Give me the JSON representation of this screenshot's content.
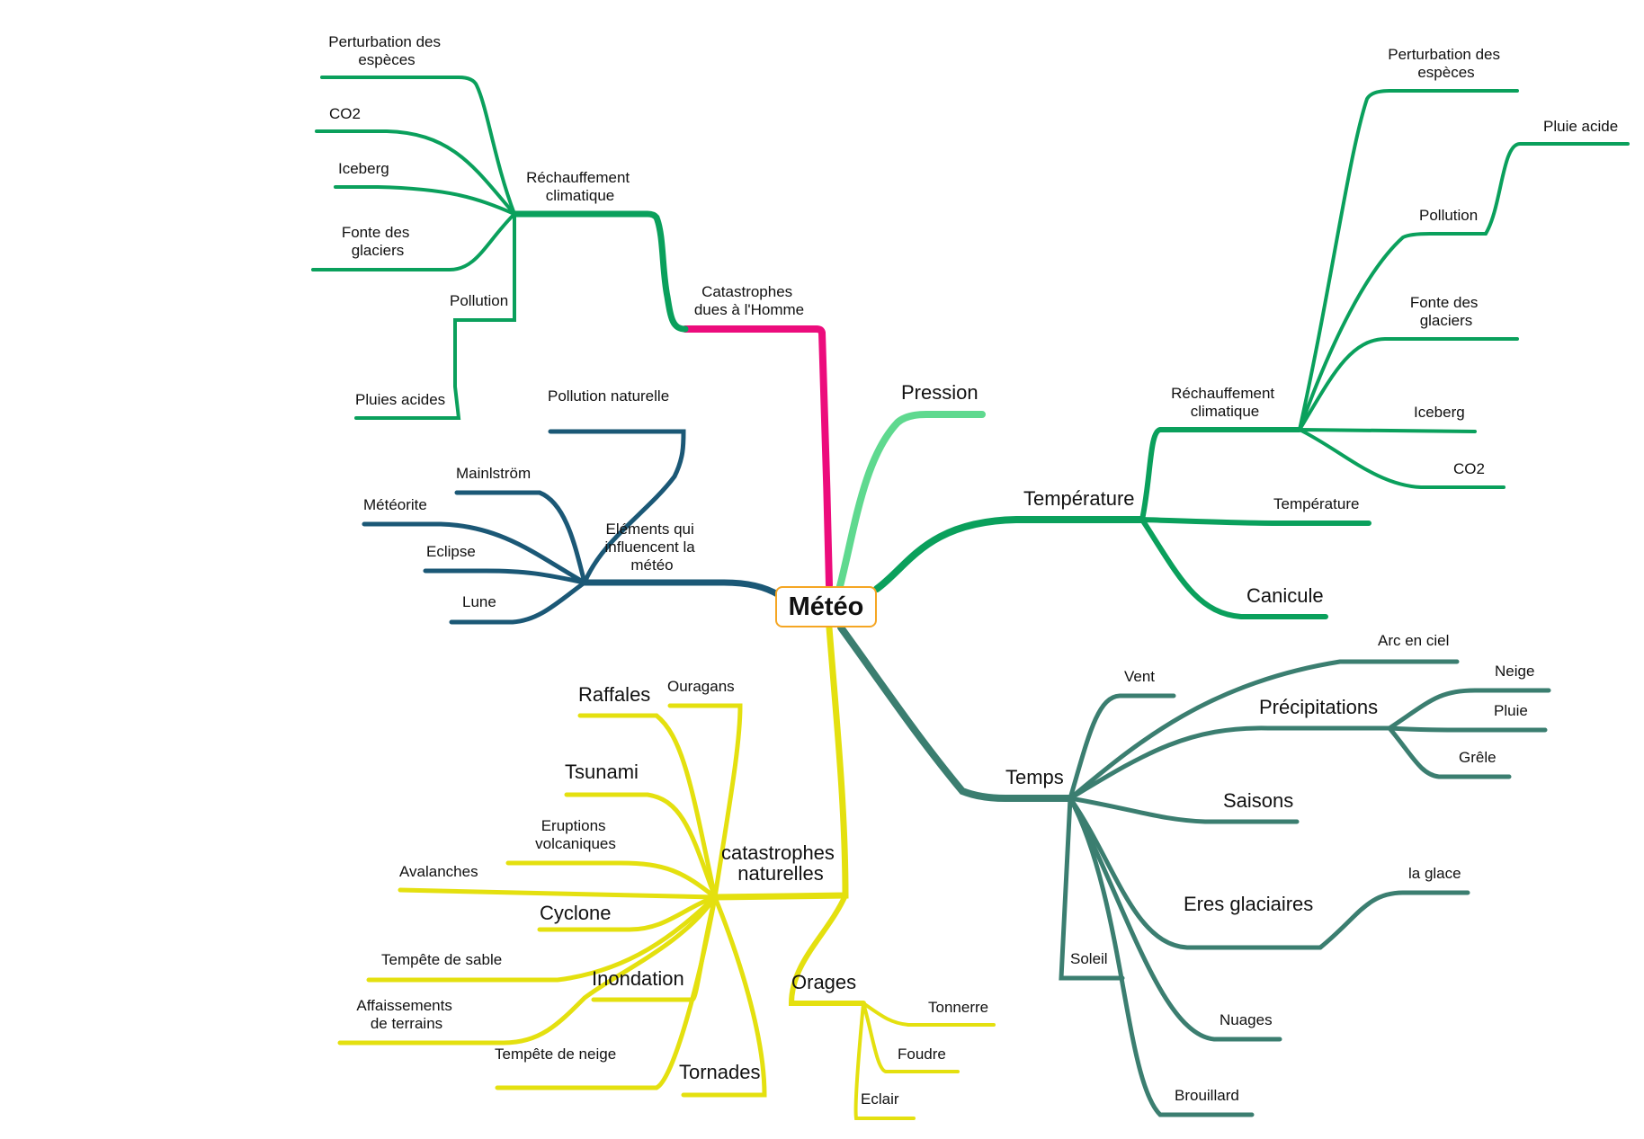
{
  "colors": {
    "human_catastrophes": "#ec0c7c",
    "warming": "#0aa05c",
    "pressure": "#5fd98f",
    "influences": "#1b5876",
    "temps": "#3b7e70",
    "natural": "#e4e00f",
    "center_border": "#f5a623"
  },
  "center": {
    "label": "Météo"
  },
  "left_top": {
    "branch_label": [
      "Catastrophes",
      "dues  à  l'Homme"
    ],
    "sub_label": [
      "Réchauffement",
      "climatique"
    ],
    "leaves": {
      "perturbation": [
        "Perturbation  des",
        "espèces"
      ],
      "co2": "CO2",
      "iceberg": "Iceberg",
      "fonte": [
        "Fonte  des",
        "glaciers"
      ],
      "pollution": "Pollution",
      "pluies": "Pluies acides"
    }
  },
  "influences": {
    "branch_label": [
      "Eléments  qui",
      "influencent  la",
      "météo"
    ],
    "leaves": {
      "pollution_naturelle": "Pollution naturelle",
      "mainlstrom": "Mainlström",
      "meteorite": "Météorite",
      "eclipse": "Eclipse",
      "lune": "Lune"
    }
  },
  "pression": {
    "label": "Pression"
  },
  "temperature": {
    "label": "Température",
    "sub_label": [
      "Réchauffement",
      "climatique"
    ],
    "leaves": {
      "perturbation": [
        "Perturbation  des",
        "espèces"
      ],
      "pluie_acide": "Pluie acide",
      "pollution": "Pollution",
      "fonte": [
        "Fonte  des",
        "glaciers"
      ],
      "iceberg": "Iceberg",
      "co2": "CO2",
      "temperature": "Température",
      "canicule": "Canicule"
    }
  },
  "temps": {
    "label": "Temps",
    "leaves": {
      "vent": "Vent",
      "arc": "Arc en ciel",
      "precipitations": "Précipitations",
      "neige": "Neige",
      "pluie": "Pluie",
      "grele": "Grêle",
      "saisons": "Saisons",
      "eres": "Eres glaciaires",
      "glace": "la glace",
      "soleil": "Soleil",
      "nuages": "Nuages",
      "brouillard": "Brouillard"
    }
  },
  "natural": {
    "label": [
      "catastrophes",
      "naturelles"
    ],
    "leaves": {
      "raffales": "Raffales",
      "ouragans": "Ouragans",
      "tsunami": "Tsunami",
      "eruptions": [
        "Eruptions",
        "volcaniques"
      ],
      "avalanches": "Avalanches",
      "cyclone": "Cyclone",
      "tempete_sable": "Tempête de sable",
      "inondation": "Inondation",
      "affaissements": [
        "Affaissements",
        "de  terrains"
      ],
      "tempete_neige": "Tempête de neige",
      "tornades": "Tornades"
    }
  },
  "orages": {
    "label": "Orages",
    "leaves": {
      "tonnerre": "Tonnerre",
      "foudre": "Foudre",
      "eclair": "Eclair"
    }
  }
}
